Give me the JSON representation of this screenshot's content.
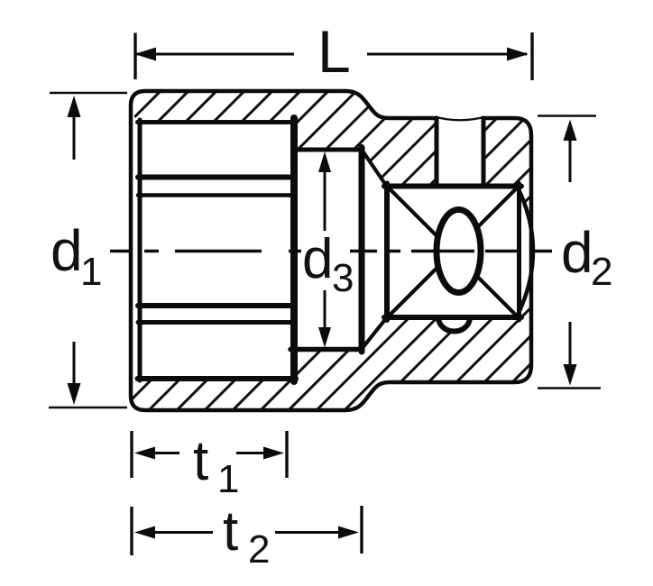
{
  "drawing": {
    "title": "socket-cross-section-dimension-drawing",
    "colors": {
      "ink": "#0b0b0b",
      "paper": "#ffffff"
    },
    "labels": {
      "length": "L",
      "d1": {
        "base": "d",
        "sub": "1"
      },
      "d2": {
        "base": "d",
        "sub": "2"
      },
      "d3": {
        "base": "d",
        "sub": "3"
      },
      "t1": {
        "base": "t",
        "sub": "1"
      },
      "t2": {
        "base": "t",
        "sub": "2"
      }
    }
  }
}
